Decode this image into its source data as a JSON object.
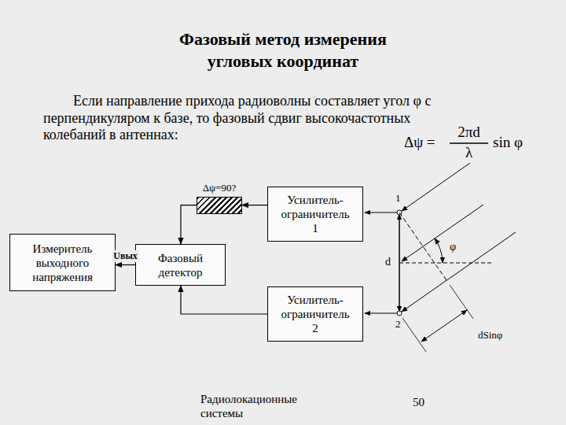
{
  "diagram": {
    "title": "Фазовый метод измерения угловых координат",
    "nodes": [
      {
        "text": [
          "Δψ=90?"
        ]
      },
      {
        "text": [
          "Усилитель- ограничитель 1"
        ]
      },
      {
        "text": [
          "Измеритель выходного напряжения"
        ]
      },
      {
        "text": [
          "Фазовый детектор"
        ]
      },
      {
        "text": [
          "Усилитель- ограничитель 2"
        ]
      }
    ],
    "edges": [
      {
        "from": 1,
        "to": 0,
        "arrow": "to"
      },
      {
        "from": 0,
        "to": 3,
        "arrow": "to"
      },
      {
        "from": 4,
        "to": 3,
        "arrow": "to"
      },
      {
        "from": 3,
        "to": 2,
        "label": "Uвых",
        "arrow": "to"
      }
    ],
    "labels": [
      "Если направление прихода радиоволны составляет угол φ с перпендикуляром к базе, то фазовый сдвиг высокочастотных колебаний в антеннах:",
      "Δψ =",
      "2πd",
      "λ",
      "sin φ",
      "1",
      "2",
      "d",
      "φ",
      "dSinφ",
      "Радиолокационные системы",
      "50"
    ]
  }
}
